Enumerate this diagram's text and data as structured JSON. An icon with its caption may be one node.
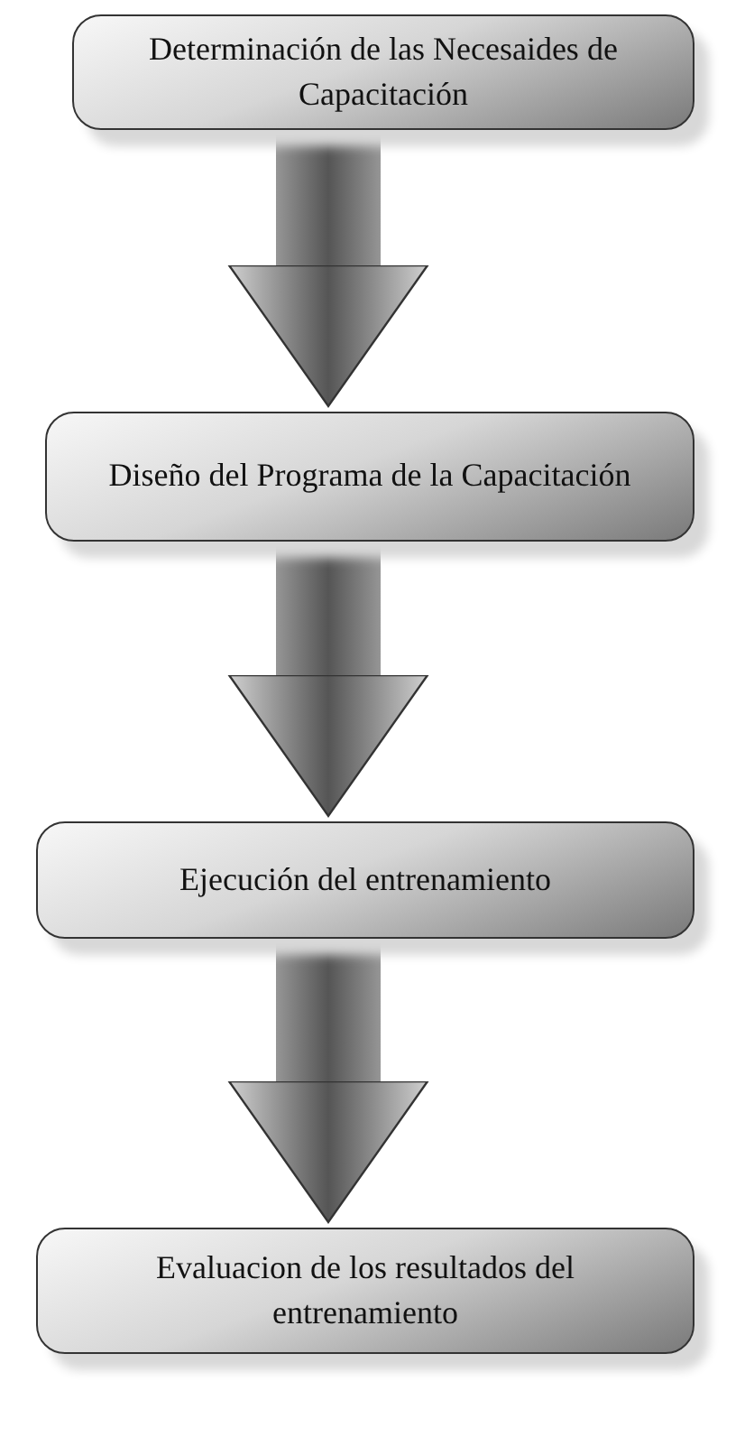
{
  "diagram": {
    "nodes": [
      {
        "text": [
          "Determinación de las Necesaides de Capacitación"
        ]
      },
      {
        "text": [
          "Diseño del Programa de la Capacitación"
        ]
      },
      {
        "text": [
          "Ejecución del entrenamiento"
        ]
      },
      {
        "text": [
          "Evaluacion de los resultados del entrenamiento"
        ]
      }
    ],
    "edges": [
      {
        "from": 0,
        "to": 1,
        "arrow": "to"
      },
      {
        "from": 1,
        "to": 2,
        "arrow": "to"
      },
      {
        "from": 2,
        "to": 3,
        "arrow": "to"
      }
    ]
  }
}
